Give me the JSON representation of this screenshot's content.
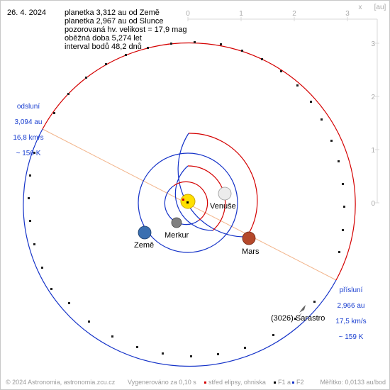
{
  "date": "26. 4. 2024",
  "info": [
    "planetka 3,312 au od Země",
    "planetka 2,967 au od Slunce",
    "pozorovaná hv. velikost = 17,9 mag",
    "oběžná doba 5,274 let",
    "interval bodů 48,2 dnů"
  ],
  "axis": {
    "x_label": "x",
    "unit": "[au]",
    "x_ticks": [
      "0",
      "1",
      "2",
      "3"
    ],
    "y_ticks": [
      "3",
      "2",
      "1",
      "0"
    ]
  },
  "aphelion": {
    "label": "odsluní",
    "dist": "3,094 au",
    "speed": "16,8 km/s",
    "temp": "~ 156 K"
  },
  "perihelion": {
    "label": "přísluní",
    "dist": "2,966 au",
    "speed": "17,5 km/s",
    "temp": "~ 159 K"
  },
  "planets": {
    "venus": "Venuše",
    "mercury": "Merkur",
    "earth": "Země",
    "mars": "Mars"
  },
  "asteroid": "(3026) Sarastro",
  "footer": {
    "copyright": "© 2024 Astronomia, astronomia.zcu.cz",
    "generated": "Vygenerováno za 0,10 s",
    "legend_center": "střed elipsy, ohniska",
    "f1": "F1 a",
    "f2": "F2",
    "scale": "Měřítko: 0,0133 au/bod"
  },
  "colors": {
    "above": "#d40000",
    "below": "#1432c8",
    "apsides_line": "#f2b48a",
    "sun": "#ffe000",
    "venus": "#e6e6e6",
    "mars": "#b5482a",
    "earth": "#3a6fb0",
    "mercury": "#7d7d7d"
  }
}
